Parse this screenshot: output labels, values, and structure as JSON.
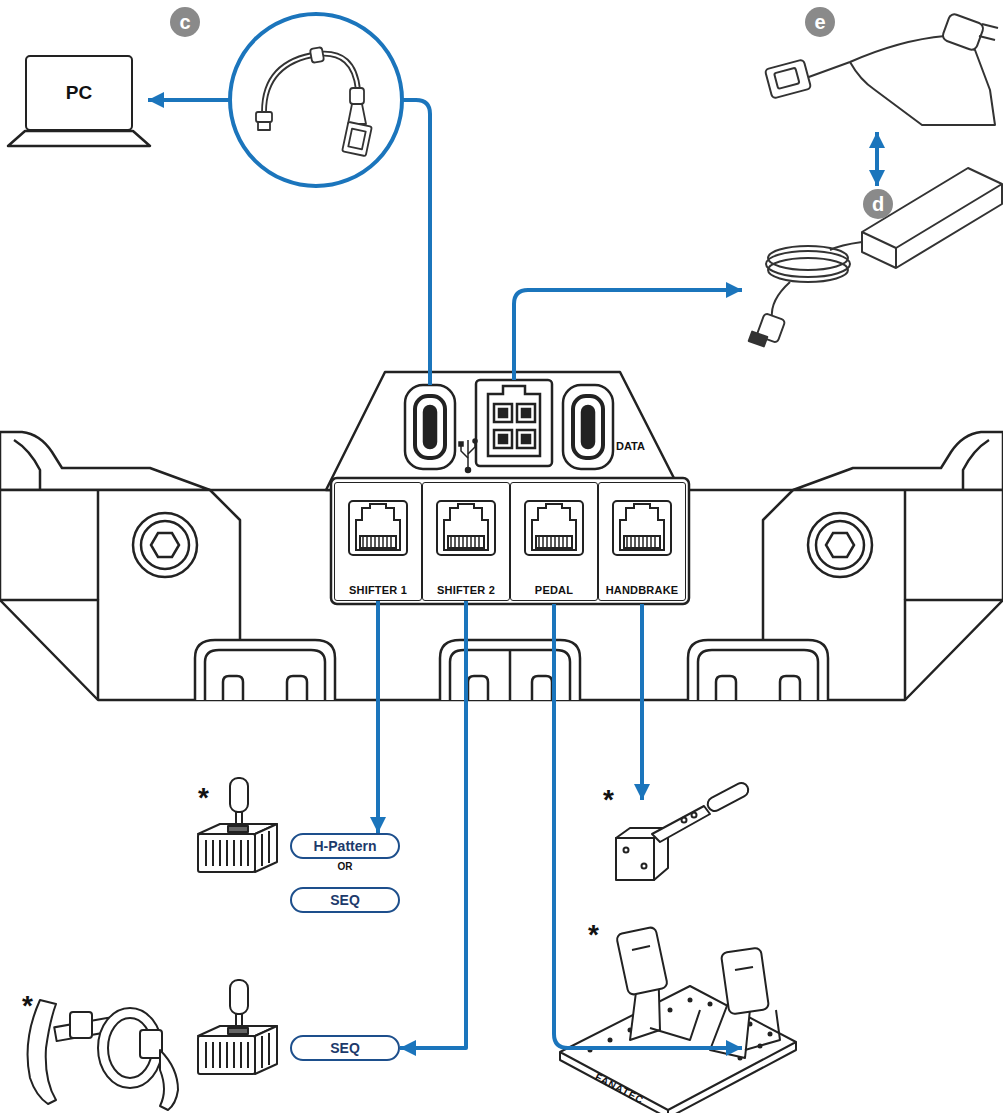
{
  "diagram": {
    "nodes": [
      {
        "text": [
          "PC"
        ]
      },
      {
        "text": [
          "c"
        ]
      },
      {
        "text": [
          "e"
        ]
      },
      {
        "text": [
          "d"
        ]
      },
      {
        "text": [
          "SHIFTER 1"
        ]
      },
      {
        "text": [
          "SHIFTER 2"
        ]
      },
      {
        "text": [
          "PEDAL"
        ]
      },
      {
        "text": [
          "HANDBRAKE"
        ]
      },
      {
        "text": [
          "H-Pattern"
        ]
      },
      {
        "text": [
          "SEQ"
        ]
      },
      {
        "text": [
          "SEQ"
        ]
      }
    ],
    "edges": [
      {
        "from": 4,
        "to": 8,
        "arrow": "to"
      },
      {
        "from": 5,
        "to": 10,
        "arrow": "to"
      }
    ],
    "labels": [
      "DATA",
      "*",
      "OR",
      "*",
      "*",
      "*",
      "FANATEC"
    ]
  }
}
